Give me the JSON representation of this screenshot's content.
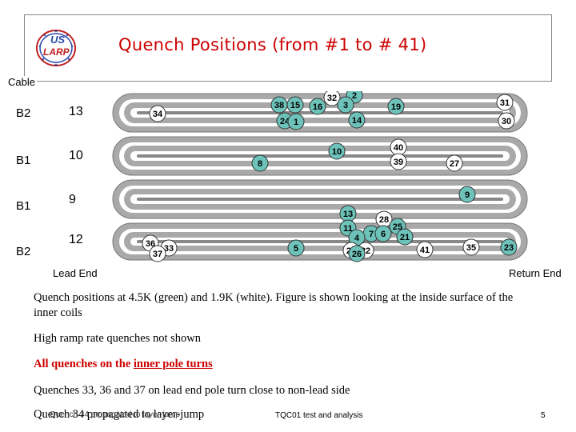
{
  "header": {
    "title": "Quench Positions (from #1 to # 41)",
    "logo_top": "US",
    "logo_bottom": "LARP"
  },
  "cable_header": "Cable",
  "rows": [
    {
      "cable": "B2",
      "turns": "13"
    },
    {
      "cable": "B1",
      "turns": "10"
    },
    {
      "cable": "B1",
      "turns": "9"
    },
    {
      "cable": "B2",
      "turns": "12"
    }
  ],
  "labels": {
    "lead_end": "Lead End",
    "return_end": "Return End"
  },
  "markers": [
    {
      "n": "34",
      "c": "w"
    },
    {
      "n": "38",
      "c": "g"
    },
    {
      "n": "15",
      "c": "g"
    },
    {
      "n": "16",
      "c": "g"
    },
    {
      "n": "32",
      "c": "w"
    },
    {
      "n": "2",
      "c": "g"
    },
    {
      "n": "3",
      "c": "g"
    },
    {
      "n": "19",
      "c": "g"
    },
    {
      "n": "31",
      "c": "w"
    },
    {
      "n": "24",
      "c": "g"
    },
    {
      "n": "1",
      "c": "g"
    },
    {
      "n": "14",
      "c": "g"
    },
    {
      "n": "30",
      "c": "w"
    },
    {
      "n": "10",
      "c": "g"
    },
    {
      "n": "40",
      "c": "w"
    },
    {
      "n": "8",
      "c": "g"
    },
    {
      "n": "39",
      "c": "w"
    },
    {
      "n": "27",
      "c": "w"
    },
    {
      "n": "9",
      "c": "g"
    },
    {
      "n": "13",
      "c": "g"
    },
    {
      "n": "28",
      "c": "w"
    },
    {
      "n": "11",
      "c": "g"
    },
    {
      "n": "25",
      "c": "g"
    },
    {
      "n": "7",
      "c": "g"
    },
    {
      "n": "6",
      "c": "g"
    },
    {
      "n": "4",
      "c": "g"
    },
    {
      "n": "21",
      "c": "g"
    },
    {
      "n": "36",
      "c": "w"
    },
    {
      "n": "33",
      "c": "w"
    },
    {
      "n": "37",
      "c": "w"
    },
    {
      "n": "5",
      "c": "g"
    },
    {
      "n": "29",
      "c": "w"
    },
    {
      "n": "22",
      "c": "w"
    },
    {
      "n": "41",
      "c": "w"
    },
    {
      "n": "35",
      "c": "w"
    },
    {
      "n": "23",
      "c": "g"
    },
    {
      "n": "26",
      "c": "g"
    }
  ],
  "colors": {
    "green": "#6dc3ba",
    "white": "#ffffff",
    "title": "#cc0000",
    "conductor": "#a9a9a9"
  },
  "notes": {
    "n1": "Quench positions at 4.5K (green) and 1.9K (white).  Figure is shown looking at the inside surface of the inner coils",
    "n2": "High ramp rate quenches not shown",
    "n3_prefix": "All quenches on the ",
    "n3_link": "inner pole turns",
    "n4": "Quenches 33, 36 and 37 on lead end pole turn close to non-lead side",
    "n5": "Quench 34 propagated to layer-jump"
  },
  "footer": {
    "left": "Quench 34 propagated to layer-jump",
    "middle": "TQC01 test and analysis",
    "page": "5"
  }
}
